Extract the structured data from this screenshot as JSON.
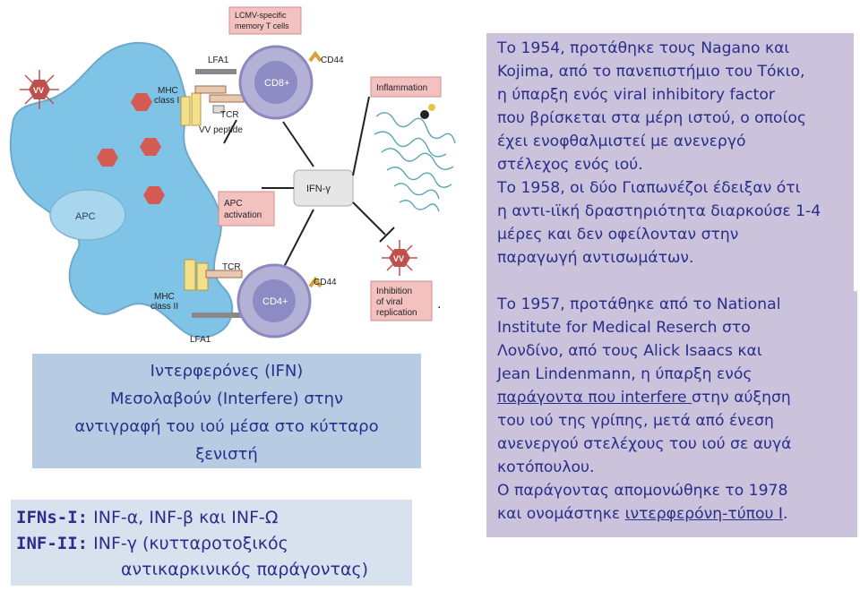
{
  "figure": {
    "memory_t_cells": "LCMV-specific memory T cells",
    "lfa1_top": "LFA1",
    "cd8": "CD8+",
    "cd44_top": "CD44",
    "mhc1_line1": "MHC",
    "mhc1_line2": "class I",
    "tcr_top": "TCR",
    "vv_peptide": "VV peptide",
    "inflammation": "Inflammation",
    "vv": "VV",
    "apc": "APC",
    "ifn_gamma": "IFN-γ",
    "apc_activation_line1": "APC",
    "apc_activation_line2": "activation",
    "mhc2_line1": "MHC",
    "mhc2_line2": "class II",
    "tcr_bottom": "TCR",
    "cd44_bottom": "CD44",
    "cd4": "CD4+",
    "lfa1_bottom": "LFA1",
    "inhibition_line1": "Inhibition",
    "inhibition_line2": "of viral",
    "inhibition_line3": "replication",
    "dot": "."
  },
  "ifn_box": {
    "line1": "Ιντερφερόνες (IFN)",
    "line2": "Μεσολαβούν (Interfere) στην",
    "line3": "αντιγραφή του ιού μέσα στο κύτταρο",
    "line4": "ξενιστή"
  },
  "types_box": {
    "label1": "IFNs-I:",
    "text1": "INF-α, INF-β και INF-Ω",
    "label2": "INF-II:",
    "text2": "INF-γ (κυτταροτοξικός",
    "text3": "αντικαρκινικός παράγοντας)"
  },
  "top_box": {
    "lines": [
      "Το 1954, προτάθηκε τους Nagano και",
      "Kojima, από το πανεπιστήμιο του Τόκιο,",
      "η ύπαρξη ενός  viral inhibitory factor",
      "που βρίσκεται στα μέρη ιστού, ο οποίος",
      "έχει ενοφθαλμιστεί με ανενεργό",
      "στέλεχος ενός ιού.",
      "Το 1958, οι δύο Γιαπωνέζοι έδειξαν ότι",
      "η αντι-ιϊκή δραστηριότητα διαρκούσε 1-4",
      "μέρες και δεν οφείλονταν στην",
      "παραγωγή αντισωμάτων."
    ]
  },
  "bottom_box": {
    "l1": "Το 1957, προτάθηκε από το National",
    "l2": "Institute for Medical Reserch στο",
    "l3": "Λονδίνο, από τους Alick Isaacs και",
    "l4": "Jean Lindenmann, η ύπαρξη ενός",
    "l5_u": "παράγοντα που  interfere ",
    "l5_rest": "στην αύξηση",
    "l6": "του ιού της γρίπης, μετά από ένεση",
    "l7": "ανενεργού στελέχους του ιού σε αυγά",
    "l8": "κοτόπουλου.",
    "l9": "Ο παράγοντας απομονώθηκε το 1978",
    "l10_a": "και ονομάστηκε ",
    "l10_u": "ιντερφερόνη-τύπου Ι",
    "l10_b": "."
  },
  "colors": {
    "apc_cell": "#7fc3e6",
    "t_cell": "#b3b1d6",
    "virus": "#c0504d",
    "label_box": "#f4c1c1",
    "text_blue": "#2a2e8a",
    "right_box_bg": "#cbc2dc"
  }
}
